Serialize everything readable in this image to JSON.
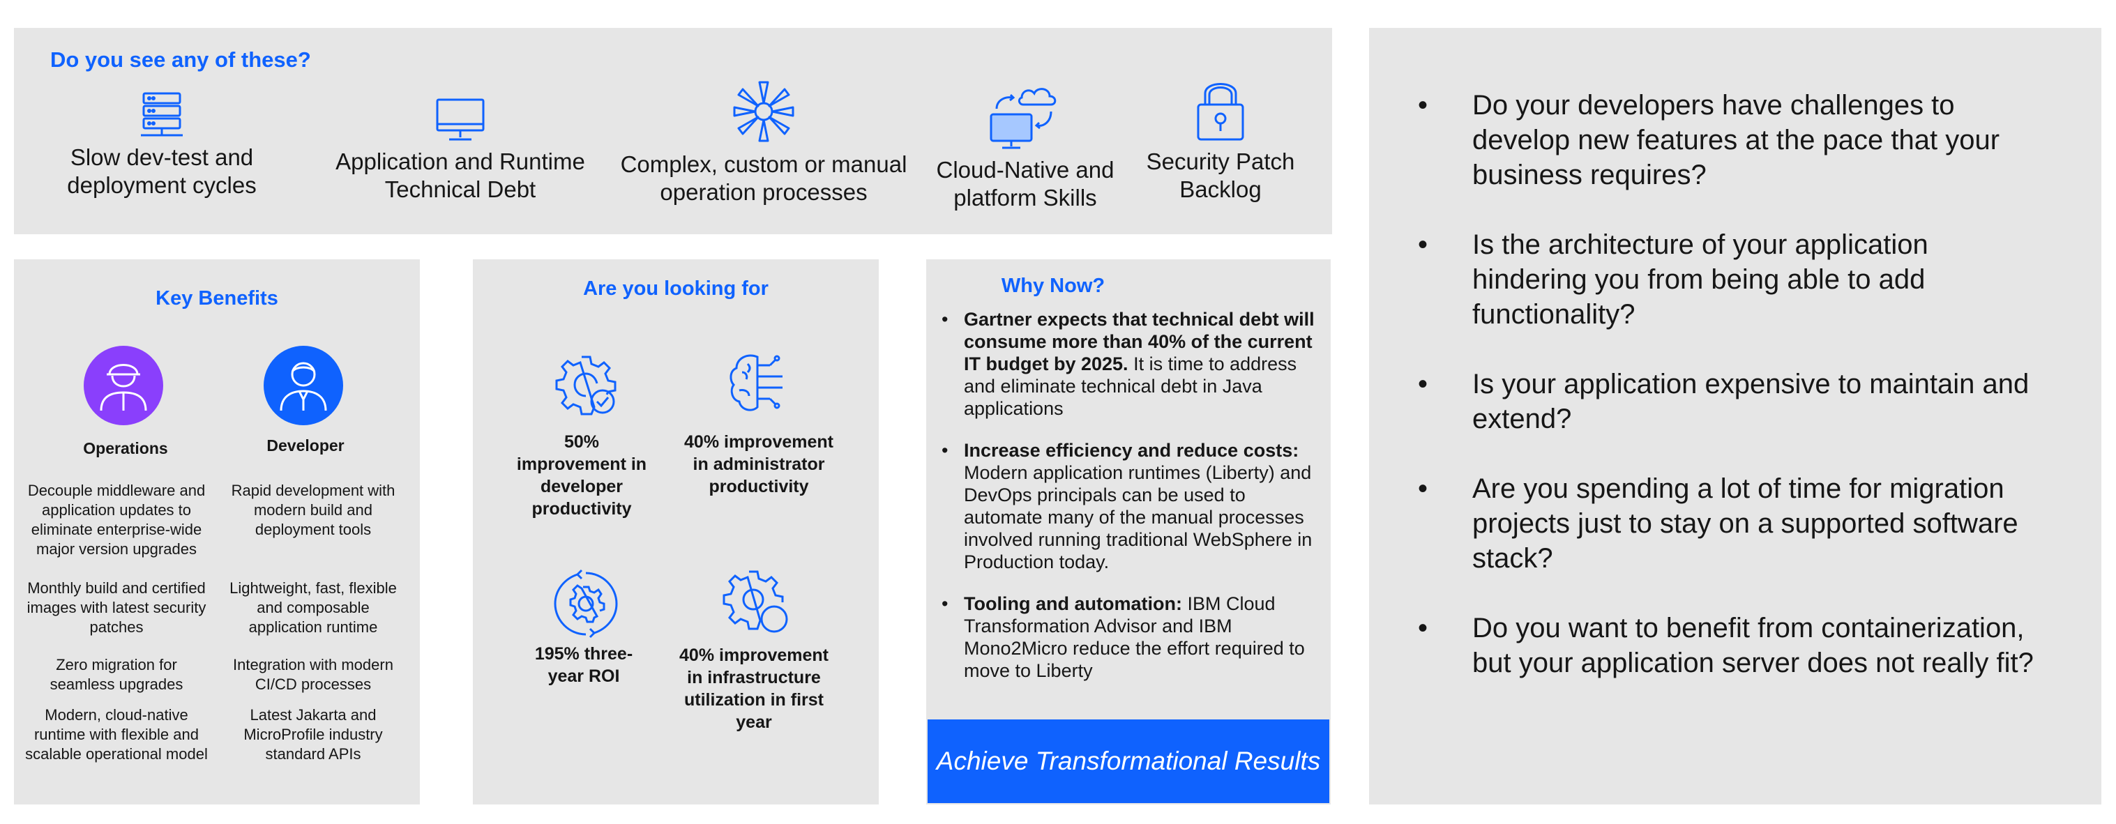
{
  "top": {
    "title": "Do you see any of these?",
    "issues": [
      {
        "label": "Slow dev-test and deployment cycles",
        "icon": "server-icon"
      },
      {
        "label": "Application and Runtime Technical Debt",
        "icon": "monitor-icon"
      },
      {
        "label": "Complex, custom or manual operation processes",
        "icon": "collaboration-hands-icon"
      },
      {
        "label": "Cloud-Native and platform Skills",
        "icon": "cloud-computer-icon"
      },
      {
        "label": "Security Patch Backlog",
        "icon": "padlock-icon"
      }
    ]
  },
  "benefits": {
    "title": "Key Benefits",
    "roles": [
      {
        "label": "Operations",
        "color": "#8a3ffc",
        "icon": "operations-worker-icon"
      },
      {
        "label": "Developer",
        "color": "#0f62fe",
        "icon": "developer-person-icon"
      }
    ],
    "operations_items": [
      "Decouple middleware and application updates to eliminate enterprise-wide major version upgrades",
      "Monthly build and certified images with latest security patches",
      "Zero migration for seamless upgrades",
      "Modern, cloud-native runtime with flexible and scalable operational model"
    ],
    "developer_items": [
      "Rapid development with modern build and deployment tools",
      "Lightweight, fast, flexible and composable application runtime",
      "Integration with modern CI/CD processes",
      "Latest Jakarta and MicroProfile industry standard APIs"
    ]
  },
  "looking": {
    "title": "Are you looking for",
    "stats": [
      {
        "text": "50% improvement in developer productivity",
        "icon": "gear-check-icon"
      },
      {
        "text": "40% improvement in administrator productivity",
        "icon": "brain-icon"
      },
      {
        "text": "195% three-year ROI",
        "icon": "gear-cycle-icon"
      },
      {
        "text": "40% improvement in infrastructure utilization in first year",
        "icon": "gear-circle-icon"
      }
    ]
  },
  "whynow": {
    "title": "Why Now?",
    "items": [
      {
        "bold": "Gartner expects that technical debt will consume more than 40% of the current IT budget by 2025.",
        "text": " It is time to address and eliminate technical debt in Java applications"
      },
      {
        "bold": "Increase efficiency and reduce costs:",
        "text": " Modern application runtimes (Liberty) and DevOps principals can be used to automate many of the manual processes involved running traditional WebSphere in Production today."
      },
      {
        "bold": "Tooling and automation:",
        "text": " IBM Cloud Transformation Advisor and IBM Mono2Micro reduce the effort required to move to Liberty"
      }
    ],
    "cta": "Achieve Transformational Results"
  },
  "questions": [
    "Do your developers have challenges to develop new features at the pace that your business requires?",
    "Is the architecture of your application hindering you from being able to add functionality?",
    "Is your application expensive to maintain and extend?",
    "Are you spending a lot of time for migration projects just to stay on a supported software stack?",
    "Do you want to benefit from containerization, but  your application server does not really fit?"
  ],
  "colors": {
    "accent": "#0f62fe",
    "purple": "#8a3ffc",
    "panel": "#e6e6e6"
  }
}
